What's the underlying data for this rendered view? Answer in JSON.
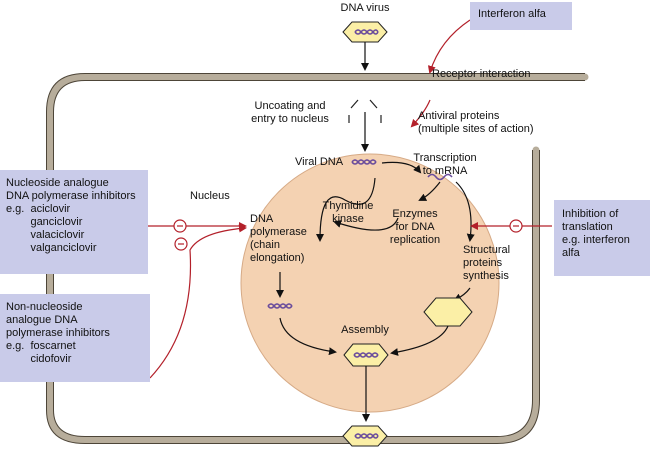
{
  "labels": {
    "dna_virus": "DNA virus",
    "receptor_interaction": "Receptor interaction",
    "uncoating": "Uncoating and\nentry to nucleus",
    "antiviral_proteins": "Antiviral proteins\n(multiple sites of action)",
    "viral_dna": "Viral DNA",
    "transcription": "Transcription\nto mRNA",
    "nucleus": "Nucleus",
    "thymidine_kinase": "Thymidine\nkinase",
    "enzymes": "Enzymes\nfor DNA\nreplication",
    "dna_polymerase": "DNA\npolymerase\n(chain\nelongation)",
    "structural_proteins": "Structural\nproteins\nsynthesis",
    "assembly": "Assembly"
  },
  "boxes": {
    "interferon_alfa": "Interferon alfa",
    "nucleoside": "Nucleoside analogue\nDNA polymerase inhibitors\ne.g.  aciclovir\n        ganciclovir\n        valaciclovir\n        valganciclovir",
    "non_nucleoside": "Non-nucleoside\nanalogue DNA\npolymerase inhibitors\ne.g.  foscarnet\n        cidofovir",
    "inhibition_translation": "Inhibition of\ntranslation\ne.g. interferon\nalfa"
  },
  "colors": {
    "cell_wall": "#b7ad9b",
    "nucleus_fill": "#f4d2b2",
    "box_fill": "#c9cbe9",
    "red_arrow": "#b3202a",
    "virus_fill": "#fbefa6"
  }
}
